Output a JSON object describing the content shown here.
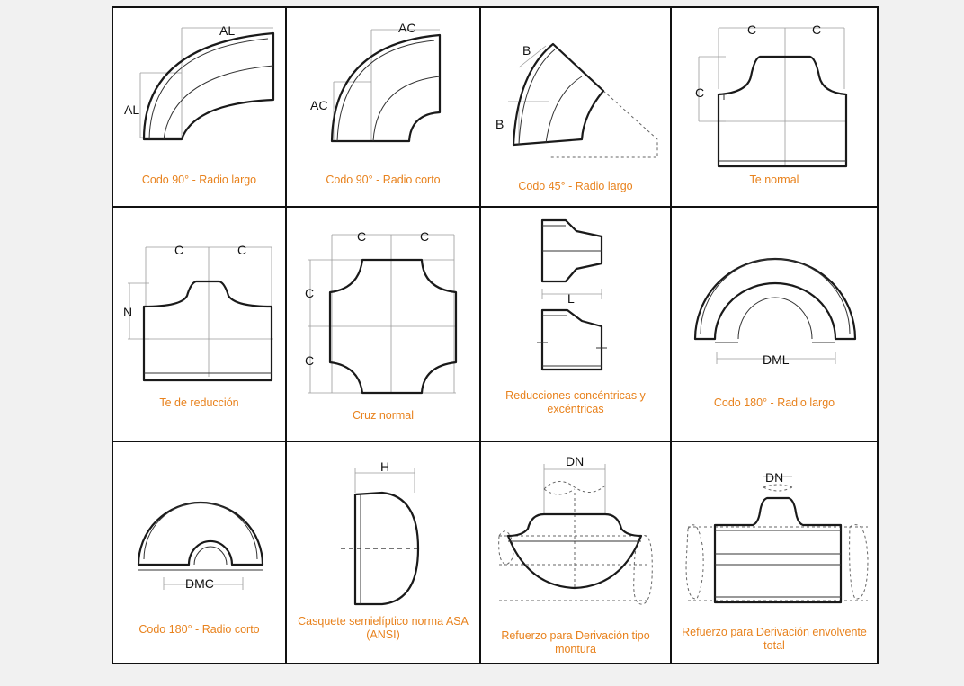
{
  "captions": {
    "c1": "Codo 90° - Radio largo",
    "c2": "Codo 90° - Radio corto",
    "c3": "Codo 45° - Radio largo",
    "c4": "Te normal",
    "c5": "Te de reducción",
    "c6": "Cruz normal",
    "c7": "Reducciones concéntricas y excéntricas",
    "c8": "Codo 180° - Radio largo",
    "c9": "Codo 180° - Radio corto",
    "c10": "Casquete semielíptico norma ASA (ANSI)",
    "c11": "Refuerzo para Derivación tipo montura",
    "c12": "Refuerzo para Derivación envolvente total"
  },
  "labels": {
    "al": "AL",
    "ac": "AC",
    "b": "B",
    "c": "C",
    "n": "N",
    "l": "L",
    "dml": "DML",
    "dmc": "DMC",
    "h": "H",
    "dn": "DN"
  },
  "colors": {
    "caption": "#e8821d",
    "grid_border": "#111111",
    "background": "#f1f1f1"
  }
}
